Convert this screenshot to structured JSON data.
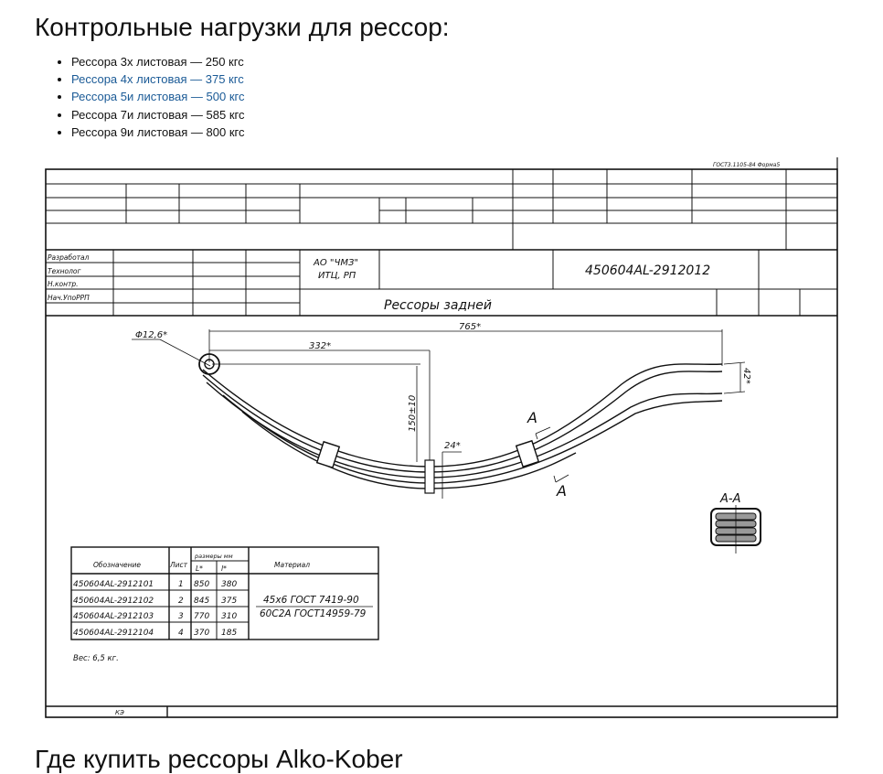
{
  "heading_loads": "Контрольные нагрузки для рессор:",
  "loads": [
    {
      "text": "Рессора 3х листовая — 250 кгс",
      "link": false
    },
    {
      "text": "Рессора 4х листовая — 375 кгс",
      "link": true
    },
    {
      "text": "Рессора 5и листовая — 500 кгс",
      "link": true
    },
    {
      "text": "Рессора 7и листовая — 585 кгс",
      "link": false
    },
    {
      "text": "Рессора 9и листовая — 800 кгс",
      "link": false
    }
  ],
  "drawing": {
    "form_note": "ГОСТ3.1105-84 Форма5",
    "roles": [
      "Разработал",
      "Технолог",
      "Н.контр.",
      "Нач.УпоРРП"
    ],
    "org_line1": "АО \"ЧМЗ\"",
    "org_line2": "ИТЦ, РП",
    "doc_number": "450604AL-2912012",
    "title": "Рессоры задней",
    "dims": {
      "eye": "Φ12,6*",
      "total": "765*",
      "half": "332*",
      "height": "150±10",
      "width": "24*",
      "end_gap": "42*",
      "section_a": "А",
      "section_view": "А-А"
    },
    "table": {
      "headers": {
        "designation": "Обозначение",
        "sheet": "Лист",
        "sizes": "размеры   мм",
        "L": "L*",
        "l": "l*",
        "material": "Материал"
      },
      "rows": [
        {
          "designation": "450604AL-2912101",
          "sheet": "1",
          "L": "850",
          "l": "380"
        },
        {
          "designation": "450604AL-2912102",
          "sheet": "2",
          "L": "845",
          "l": "375"
        },
        {
          "designation": "450604AL-2912103",
          "sheet": "3",
          "L": "770",
          "l": "310"
        },
        {
          "designation": "450604AL-2912104",
          "sheet": "4",
          "L": "370",
          "l": "185"
        }
      ],
      "material_line1": "45x6 ГОСТ 7419-90",
      "material_line2": "60С2А ГОСТ14959-79"
    },
    "weight": "Вес: 6,5 кг.",
    "footer_code": "КЭ"
  },
  "heading_buy": "Где купить рессоры Alko-Kober"
}
